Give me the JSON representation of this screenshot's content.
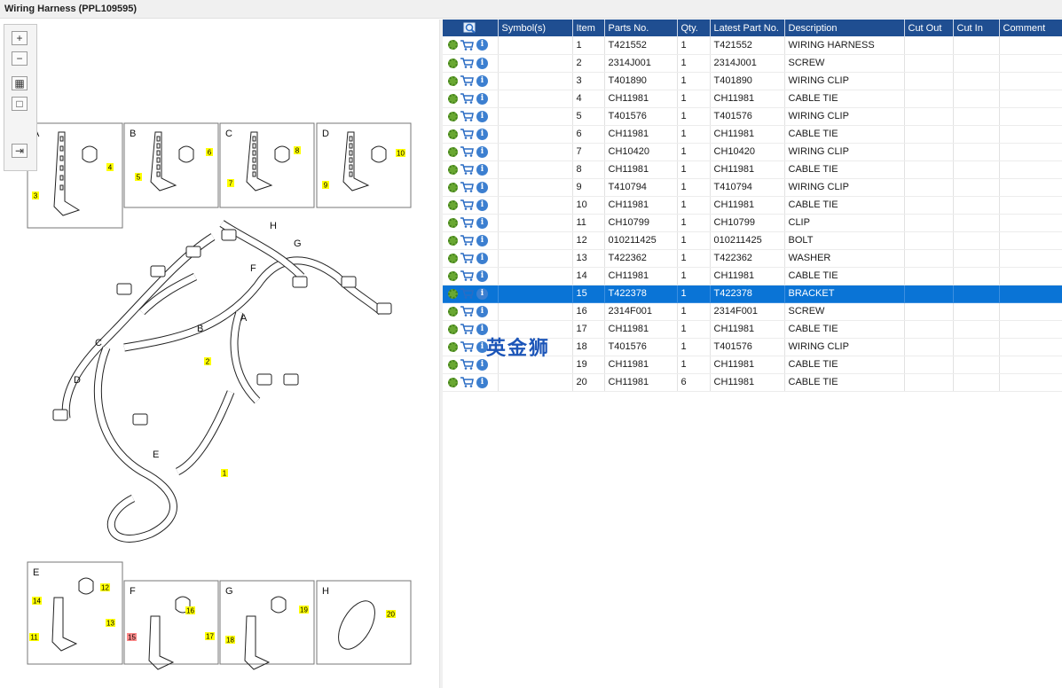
{
  "window": {
    "title": "Wiring Harness (PPL109595)"
  },
  "watermark": "英金狮",
  "columns": [
    "Symbol(s)",
    "Item",
    "Parts No.",
    "Qty.",
    "Latest Part No.",
    "Description",
    "Cut Out",
    "Cut In",
    "Comment"
  ],
  "rows": [
    {
      "item": "1",
      "part": "T421552",
      "qty": "1",
      "latest": "T421552",
      "desc": "WIRING HARNESS"
    },
    {
      "item": "2",
      "part": "2314J001",
      "qty": "1",
      "latest": "2314J001",
      "desc": "SCREW"
    },
    {
      "item": "3",
      "part": "T401890",
      "qty": "1",
      "latest": "T401890",
      "desc": "WIRING CLIP"
    },
    {
      "item": "4",
      "part": "CH11981",
      "qty": "1",
      "latest": "CH11981",
      "desc": "CABLE TIE"
    },
    {
      "item": "5",
      "part": "T401576",
      "qty": "1",
      "latest": "T401576",
      "desc": "WIRING CLIP"
    },
    {
      "item": "6",
      "part": "CH11981",
      "qty": "1",
      "latest": "CH11981",
      "desc": "CABLE TIE"
    },
    {
      "item": "7",
      "part": "CH10420",
      "qty": "1",
      "latest": "CH10420",
      "desc": "WIRING CLIP"
    },
    {
      "item": "8",
      "part": "CH11981",
      "qty": "1",
      "latest": "CH11981",
      "desc": "CABLE TIE"
    },
    {
      "item": "9",
      "part": "T410794",
      "qty": "1",
      "latest": "T410794",
      "desc": "WIRING CLIP"
    },
    {
      "item": "10",
      "part": "CH11981",
      "qty": "1",
      "latest": "CH11981",
      "desc": "CABLE TIE"
    },
    {
      "item": "11",
      "part": "CH10799",
      "qty": "1",
      "latest": "CH10799",
      "desc": "CLIP"
    },
    {
      "item": "12",
      "part": "010211425",
      "qty": "1",
      "latest": "010211425",
      "desc": "BOLT"
    },
    {
      "item": "13",
      "part": "T422362",
      "qty": "1",
      "latest": "T422362",
      "desc": "WASHER"
    },
    {
      "item": "14",
      "part": "CH11981",
      "qty": "1",
      "latest": "CH11981",
      "desc": "CABLE TIE"
    },
    {
      "item": "15",
      "part": "T422378",
      "qty": "1",
      "latest": "T422378",
      "desc": "BRACKET"
    },
    {
      "item": "16",
      "part": "2314F001",
      "qty": "1",
      "latest": "2314F001",
      "desc": "SCREW"
    },
    {
      "item": "17",
      "part": "CH11981",
      "qty": "1",
      "latest": "CH11981",
      "desc": "CABLE TIE"
    },
    {
      "item": "18",
      "part": "T401576",
      "qty": "1",
      "latest": "T401576",
      "desc": "WIRING CLIP"
    },
    {
      "item": "19",
      "part": "CH11981",
      "qty": "1",
      "latest": "CH11981",
      "desc": "CABLE TIE"
    },
    {
      "item": "20",
      "part": "CH11981",
      "qty": "6",
      "latest": "CH11981",
      "desc": "CABLE TIE"
    }
  ],
  "selected_item": "15",
  "diagram": {
    "top_panels": [
      {
        "letter": "A",
        "callouts": [
          "3",
          "4"
        ]
      },
      {
        "letter": "B",
        "callouts": [
          "5",
          "6"
        ]
      },
      {
        "letter": "C",
        "callouts": [
          "7",
          "8"
        ]
      },
      {
        "letter": "D",
        "callouts": [
          "9",
          "10"
        ]
      }
    ],
    "bottom_panels": [
      {
        "letter": "E",
        "callouts": [
          "14",
          "12",
          "13",
          "11"
        ]
      },
      {
        "letter": "F",
        "callouts": [
          "16",
          "15",
          "17"
        ]
      },
      {
        "letter": "G",
        "callouts": [
          "19",
          "18"
        ]
      },
      {
        "letter": "H",
        "callouts": [
          "20"
        ]
      }
    ],
    "main_letters": [
      "H",
      "G",
      "F",
      "A",
      "B",
      "C",
      "D",
      "E"
    ],
    "main_callouts": [
      "1",
      "2"
    ]
  },
  "colors": {
    "header": "#1f4e91",
    "selection": "#0a74d6",
    "callout": "#ffff00",
    "callout_selected": "#ff8a8a"
  },
  "icons": [
    "zoom-in-icon",
    "zoom-out-icon",
    "fit-icon",
    "actual-size-icon",
    "export-icon",
    "search-parts-icon",
    "gear-icon",
    "cart-icon",
    "info-icon"
  ]
}
